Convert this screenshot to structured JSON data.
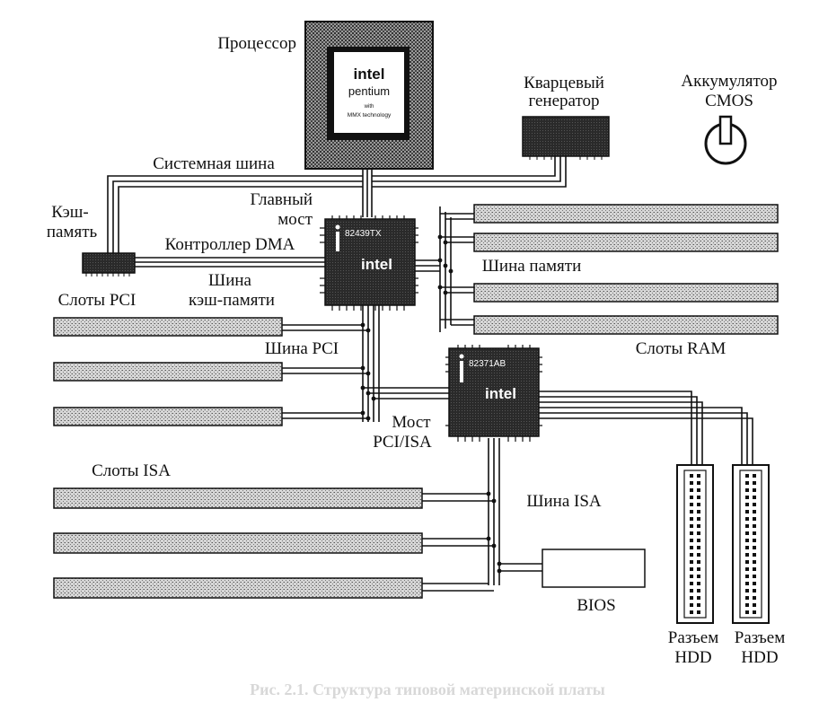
{
  "labels": {
    "processor": "Процессор",
    "quartz_line1": "Кварцевый",
    "quartz_line2": "генератор",
    "battery_line1": "Аккумулятор",
    "battery_line2": "CMOS",
    "system_bus": "Системная шина",
    "cache_line1": "Кэш-",
    "cache_line2": "память",
    "northbridge_line1": "Главный",
    "northbridge_line2": "мост",
    "dma_controller": "Контроллер DMA",
    "cache_bus_line1": "Шина",
    "cache_bus_line2": "кэш-памяти",
    "pci_slots": "Слоты PCI",
    "pci_bus": "Шина PCI",
    "memory_bus": "Шина памяти",
    "ram_slots": "Слоты RAM",
    "southbridge_line1": "Мост",
    "southbridge_line2": "PCI/ISA",
    "isa_slots": "Слоты ISA",
    "isa_bus": "Шина ISA",
    "bios": "BIOS",
    "hdd1_line1": "Разъем",
    "hdd1_line2": "HDD",
    "hdd2_line1": "Разъем",
    "hdd2_line2": "HDD",
    "caption": "Рис. 2.1. Структура типовой материнской платы"
  },
  "cpu_chip": {
    "brand": "intel",
    "model": "pentium",
    "line1": "with",
    "line2": "MMX technology"
  },
  "northbridge_chip": {
    "part": "82439TX",
    "brand": "intel"
  },
  "southbridge_chip": {
    "part": "82371AB",
    "brand": "intel"
  }
}
